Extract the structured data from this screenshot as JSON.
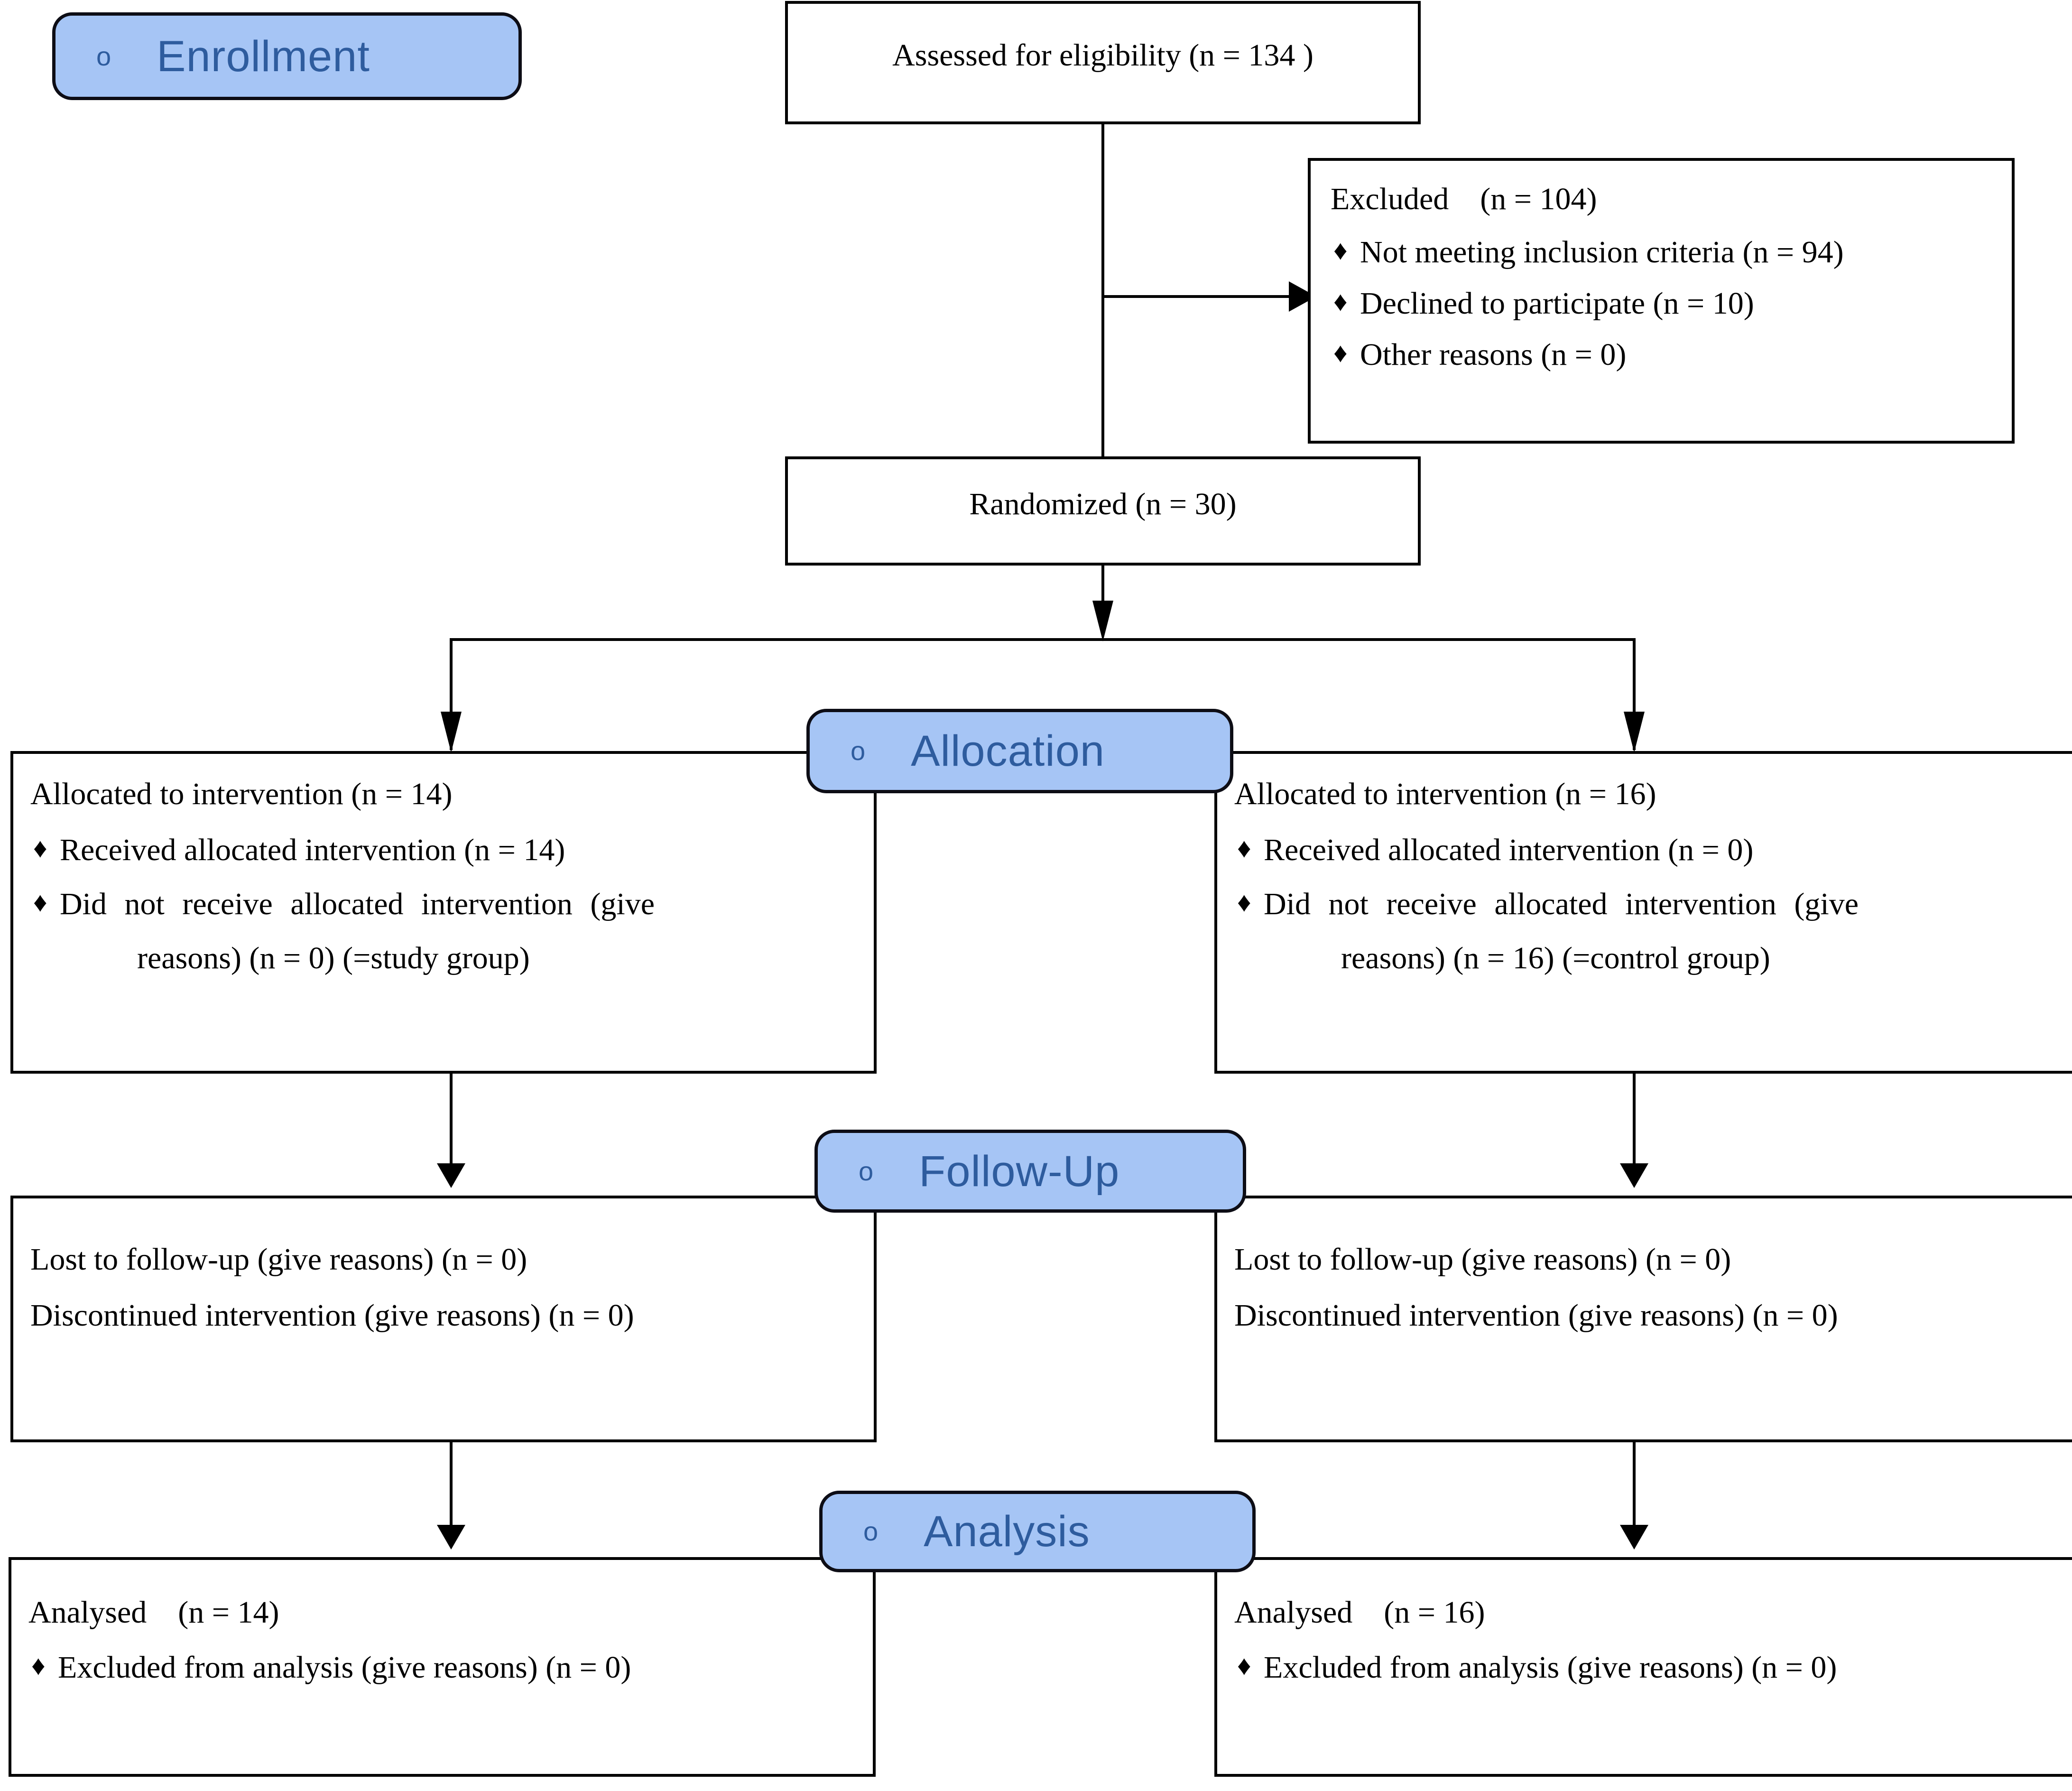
{
  "diagram": {
    "title": "CONSORT participant flow diagram",
    "accent_color": "#A6C5F5",
    "accent_text_color": "#2E5C9E",
    "line_color": "#000000",
    "bullet_glyph": "♦",
    "badge_marker": "o"
  },
  "stages": {
    "enrollment": "Enrollment",
    "allocation": "Allocation",
    "follow_up": "Follow-Up",
    "analysis": "Analysis"
  },
  "enrollment": {
    "assessed": "Assessed for eligibility (n = 134 )",
    "excluded": {
      "heading": "Excluded    (n = 104)",
      "reasons": [
        "Not meeting inclusion criteria (n = 94)",
        "Declined to participate (n = 10)",
        "Other reasons (n = 0)"
      ]
    },
    "randomized": "Randomized (n = 30)"
  },
  "allocation": {
    "left": {
      "heading": "Allocated to intervention (n = 14)",
      "items": [
        "Received allocated intervention (n = 14)",
        "Did not receive allocated intervention (give"
      ],
      "continuation": "reasons) (n = 0) (=study group)"
    },
    "right": {
      "heading": "Allocated to intervention (n = 16)",
      "items": [
        "Received allocated intervention (n = 0)",
        "Did not receive allocated intervention (give"
      ],
      "continuation": "reasons) (n = 16) (=control group)"
    }
  },
  "follow_up": {
    "left": {
      "lines": [
        "Lost to follow-up (give reasons) (n = 0)",
        "Discontinued intervention (give reasons) (n = 0)"
      ]
    },
    "right": {
      "lines": [
        "Lost to follow-up (give reasons) (n = 0)",
        "Discontinued intervention (give reasons) (n = 0)"
      ]
    }
  },
  "analysis": {
    "left": {
      "heading": "Analysed    (n = 14)",
      "items": [
        "Excluded from analysis (give reasons) (n = 0)"
      ]
    },
    "right": {
      "heading": "Analysed    (n = 16)",
      "items": [
        "Excluded from analysis (give reasons) (n = 0)"
      ]
    }
  }
}
